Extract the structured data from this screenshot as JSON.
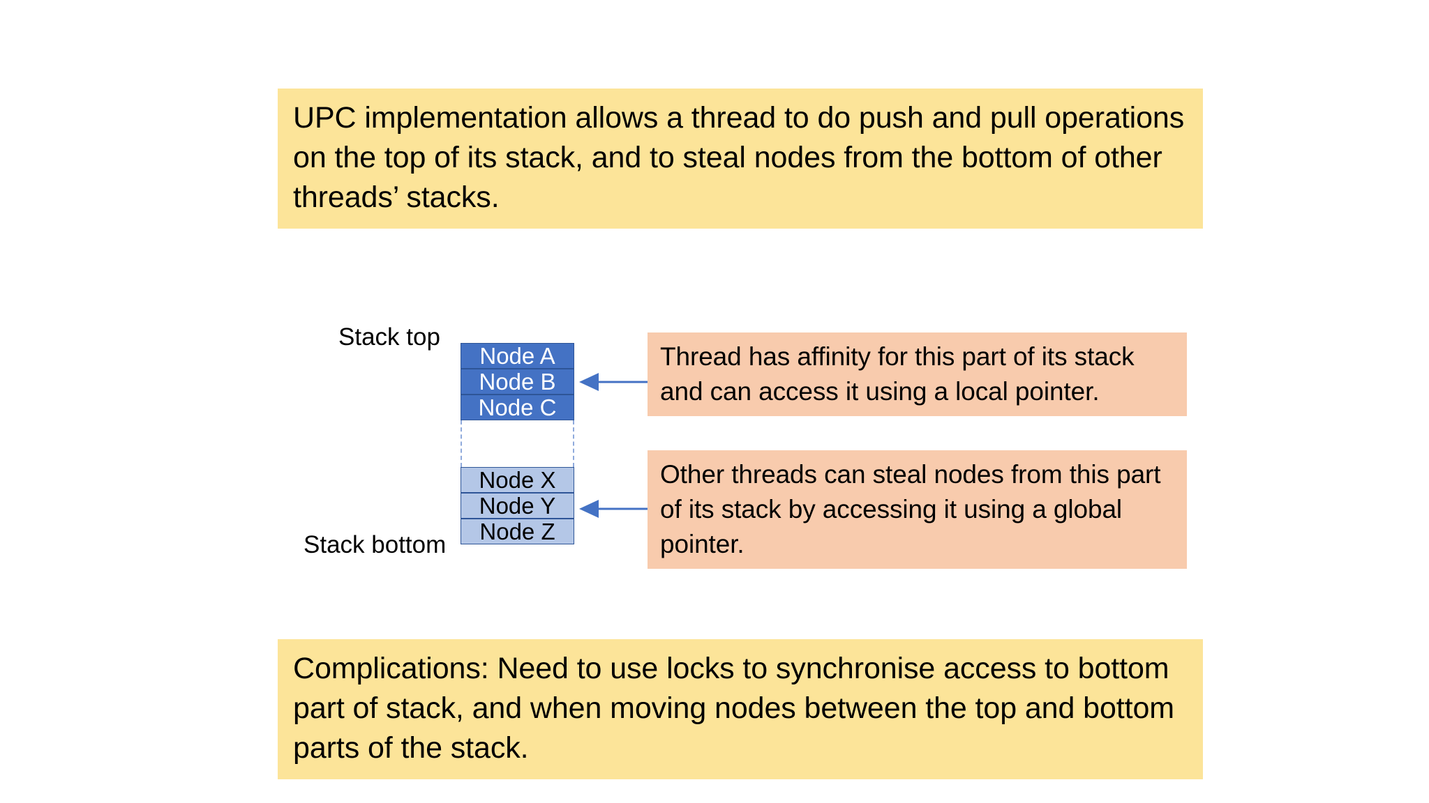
{
  "slide": {
    "background_color": "#FFFFFF",
    "banner_color": "#FCE499",
    "callout_color": "#F8CBAD",
    "node_top_color": "#4472C4",
    "node_bottom_color": "#B4C7E7",
    "node_border_color": "#2E5597",
    "arrow_color": "#4472C4",
    "gap_border_color": "#8FAADC"
  },
  "banners": {
    "top": "UPC implementation allows a thread to do push and pull operations on the top of its stack, and to steal nodes from the bottom of other threads’ stacks.",
    "bottom": "Complications: Need to use locks to synchronise access to bottom part of stack, and when moving nodes between the top and bottom parts of the stack."
  },
  "diagram": {
    "labels": {
      "stack_top": "Stack top",
      "stack_bottom": "Stack bottom"
    },
    "nodes_top": [
      {
        "label": "Node A"
      },
      {
        "label": "Node B"
      },
      {
        "label": "Node C"
      }
    ],
    "nodes_bottom": [
      {
        "label": "Node X"
      },
      {
        "label": "Node Y"
      },
      {
        "label": "Node Z"
      }
    ],
    "gap": {
      "style": "dashed",
      "label": ""
    }
  },
  "callouts": {
    "top": "Thread has affinity for this part of its stack and can access it using a local pointer.",
    "bottom": "Other threads can steal nodes from this part of its stack by accessing it using a global pointer."
  },
  "icons": {
    "arrow_left_top": "arrow-left-icon",
    "arrow_left_bottom": "arrow-left-icon"
  }
}
